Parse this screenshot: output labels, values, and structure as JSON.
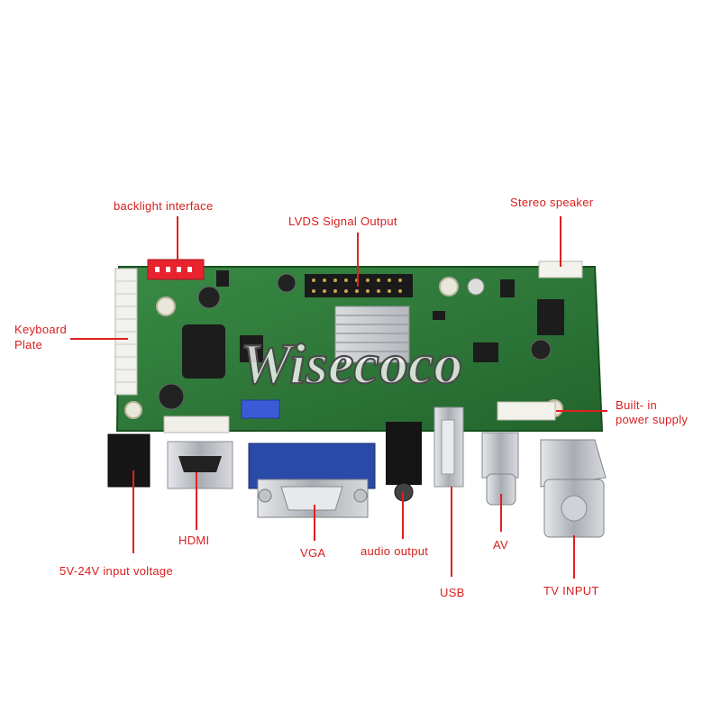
{
  "colors": {
    "background": "#ffffff",
    "board_green": "#2f7d3a",
    "board_dark": "#1d5a27",
    "callout_red": "#e02020",
    "label_text": "#d81e1e",
    "vga_blue": "#2a4aa8",
    "metal": "#c9ccd1"
  },
  "watermark": "Wisecoco",
  "labels": {
    "backlight": "backlight interface",
    "lvds": "LVDS Signal Output",
    "stereo": "Stereo speaker",
    "keyboard_line1": "Keyboard",
    "keyboard_line2": "Plate",
    "builtin_line1": "Built- in",
    "builtin_line2": "power supply",
    "hdmi": "HDMI",
    "vga": "VGA",
    "audio": "audio output",
    "av": "AV",
    "voltage": "5V-24V input voltage",
    "usb": "USB",
    "tv": "TV INPUT"
  }
}
